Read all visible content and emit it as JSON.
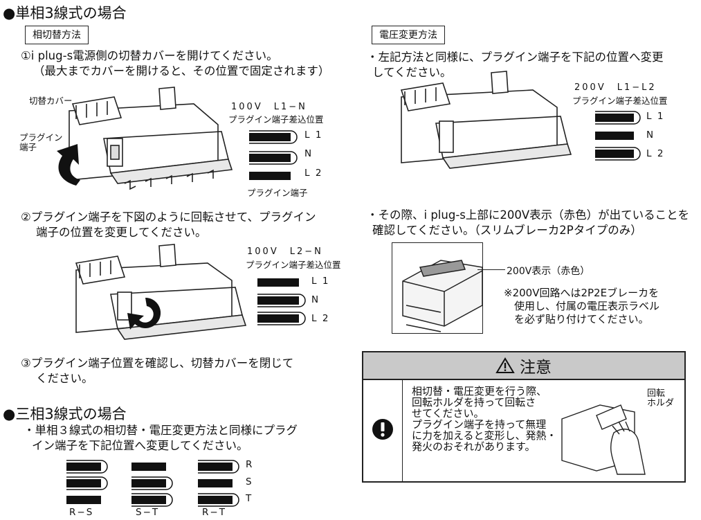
{
  "single": {
    "title": "●単相3線式の場合",
    "left_box": "相切替方法",
    "step1_line1": "①i plug-s電源側の切替カバーを開けてください。",
    "step1_line2": "（最大までカバーを開けると、その位置で固定されます）",
    "label_cover": "切替カバー",
    "label_plugin_1": "プラグイン",
    "label_plugin_2": "端子",
    "fig1_voltage": "100V　L1−N",
    "fig1_position": "プラグイン端子差込位置",
    "fig1_plugin_label": "プラグイン端子",
    "fig1_terms": [
      "L 1",
      "N",
      "L 2"
    ],
    "step2_line1": "②プラグイン端子を下図のように回転させて、プラグイン",
    "step2_line2": "端子の位置を変更してください。",
    "fig2_voltage": "100V　L2−N",
    "fig2_position": "プラグイン端子差込位置",
    "fig2_terms": [
      "L 1",
      "N",
      "L 2"
    ],
    "step3_line1": "③プラグイン端子位置を確認し、切替カバーを閉じて",
    "step3_line2": "ください。"
  },
  "right": {
    "box": "電圧変更方法",
    "line1": "・左記方法と同様に、プラグイン端子を下記の位置へ変更",
    "line2": "してください。",
    "fig_voltage": "200V　L1−L2",
    "fig_position": "プラグイン端子差込位置",
    "fig_terms": [
      "L 1",
      "N",
      "L 2"
    ],
    "note_line1": "・その際、i  plug-s上部に200V表示（赤色）が出ていることを",
    "note_line2": "確認してください。（スリムブレーカ2Pタイプのみ）",
    "indicator_label": "200V表示（赤色）",
    "remark_line1": "※200V回路へは2P2Eブレーカを",
    "remark_line2": "使用し、付属の電圧表示ラベル",
    "remark_line3": "を必ず貼り付けてください。"
  },
  "caution": {
    "title": "注意",
    "lines": [
      "相切替・電圧変更を行う際、",
      "回転ホルダを持って回転さ",
      "せてください。",
      "プラグイン端子を持って無理",
      "に力を加えると変形し、発熱・",
      "発火のおそれがあります。"
    ],
    "holder_label_1": "回転",
    "holder_label_2": "ホルダ"
  },
  "three": {
    "title": "●三相3線式の場合",
    "line1": "・単相３線式の相切替・電圧変更方法と同様にプラグ",
    "line2": "イン端子を下記位置へ変更してください。",
    "row_labels": [
      "R",
      "S",
      "T"
    ],
    "group_labels": [
      "R−S",
      "S−T",
      "R−T"
    ]
  }
}
